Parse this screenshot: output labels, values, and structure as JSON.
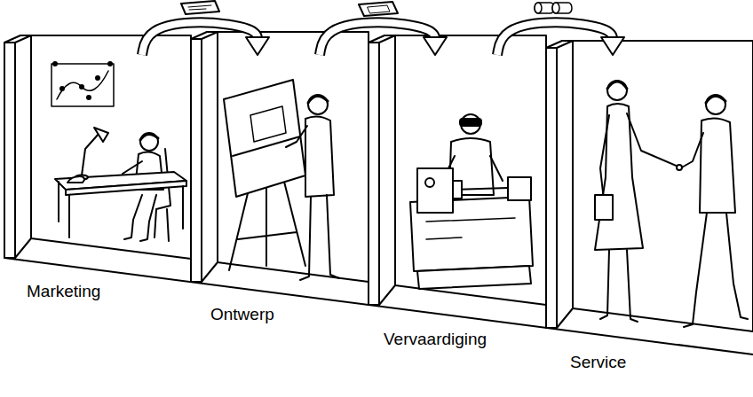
{
  "diagram": {
    "nodes": [
      {
        "text": [
          "Marketing"
        ]
      },
      {
        "text": [
          "Ontwerp"
        ]
      },
      {
        "text": [
          "Vervaardiging"
        ]
      },
      {
        "text": [
          "Service"
        ]
      }
    ],
    "edges": [
      {
        "from": 0,
        "to": 1,
        "arrow": "to"
      },
      {
        "from": 1,
        "to": 2,
        "arrow": "to"
      },
      {
        "from": 2,
        "to": 3,
        "arrow": "to"
      }
    ]
  }
}
